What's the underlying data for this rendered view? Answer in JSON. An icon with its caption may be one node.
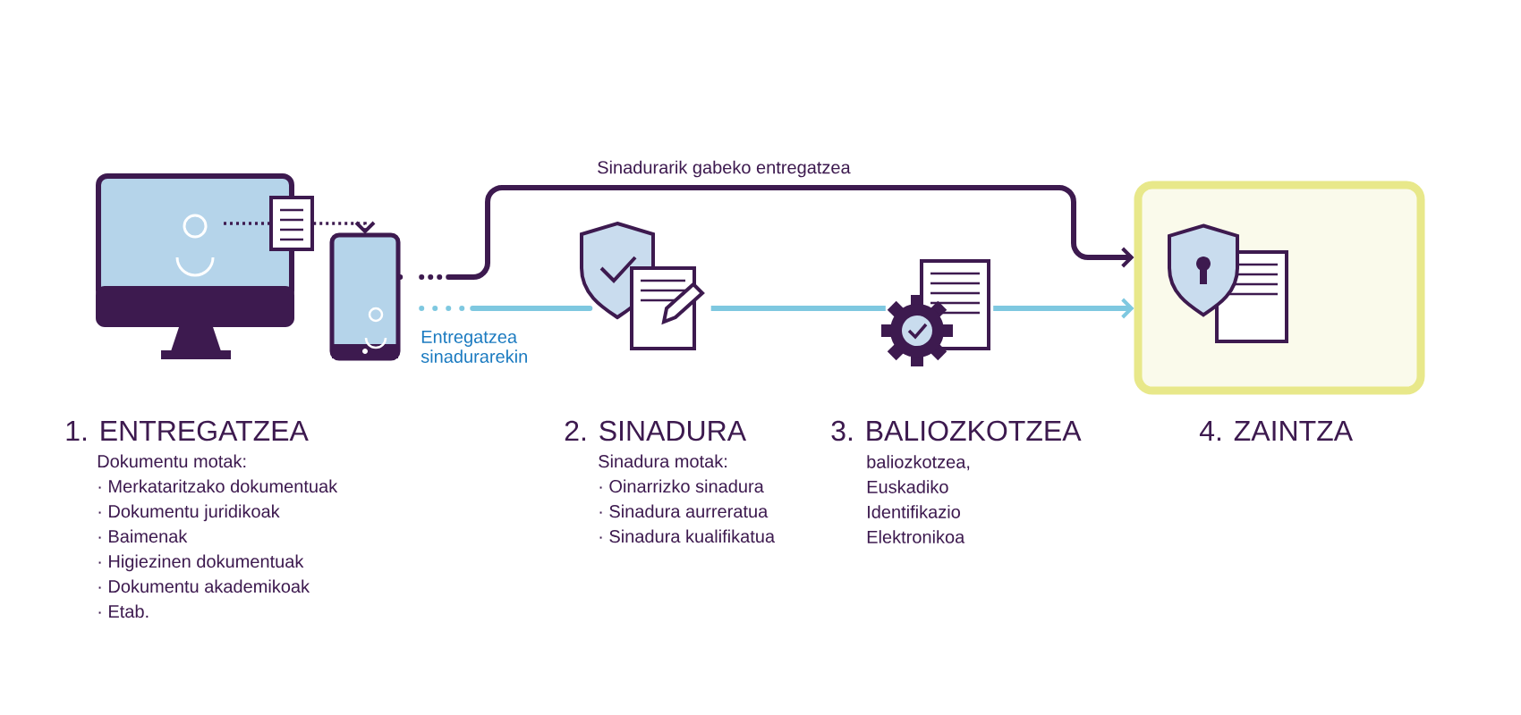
{
  "diagram": {
    "nodes": [
      {
        "text": [],
        "shape": "picture"
      },
      {
        "text": [],
        "shape": "picture"
      },
      {
        "text": [],
        "shape": "picture"
      },
      {
        "text": [],
        "shape": "picture"
      },
      {
        "text": [],
        "shape": "picture"
      },
      {
        "text": [],
        "shape": "box"
      },
      {
        "text": [],
        "shape": "picture",
        "in": 5
      }
    ],
    "edges": [
      {
        "from": 0,
        "to": 1,
        "arrow": "none",
        "style": "dashed"
      },
      {
        "from": 1,
        "to": 2,
        "arrow": "to",
        "style": "dashed"
      },
      {
        "from": 2,
        "to": 5,
        "arrow": "to",
        "style": "dashed",
        "label": "Sinadurarik gabeko entregatzea"
      },
      {
        "from": 2,
        "to": 3,
        "arrow": "none",
        "style": "dashed",
        "color": "#7ec8e0",
        "label": "Entregatzea sinadurarekin"
      },
      {
        "from": 3,
        "to": 4,
        "arrow": "none",
        "color": "#7ec8e0"
      },
      {
        "from": 4,
        "to": 5,
        "arrow": "to",
        "color": "#7ec8e0"
      }
    ],
    "labels": [
      "1. ENTREGATZEA",
      "Dokumentu motak:",
      "· Merkataritzako dokumentuak",
      "· Dokumentu juridikoak",
      "· Baimenak",
      "· Higiezinen dokumentuak",
      "· Dokumentu akademikoak",
      "· Etab.",
      "2. SINADURA",
      "Sinadura motak:",
      "· Oinarrizko sinadura",
      "· Sinadura aurreratua",
      "· Sinadura kualifikatua",
      "3. BALIOZKOTZEA",
      "baliozkotzea, Euskadiko Identifikazio Elektronikoa",
      "4. ZAINTZA"
    ]
  }
}
